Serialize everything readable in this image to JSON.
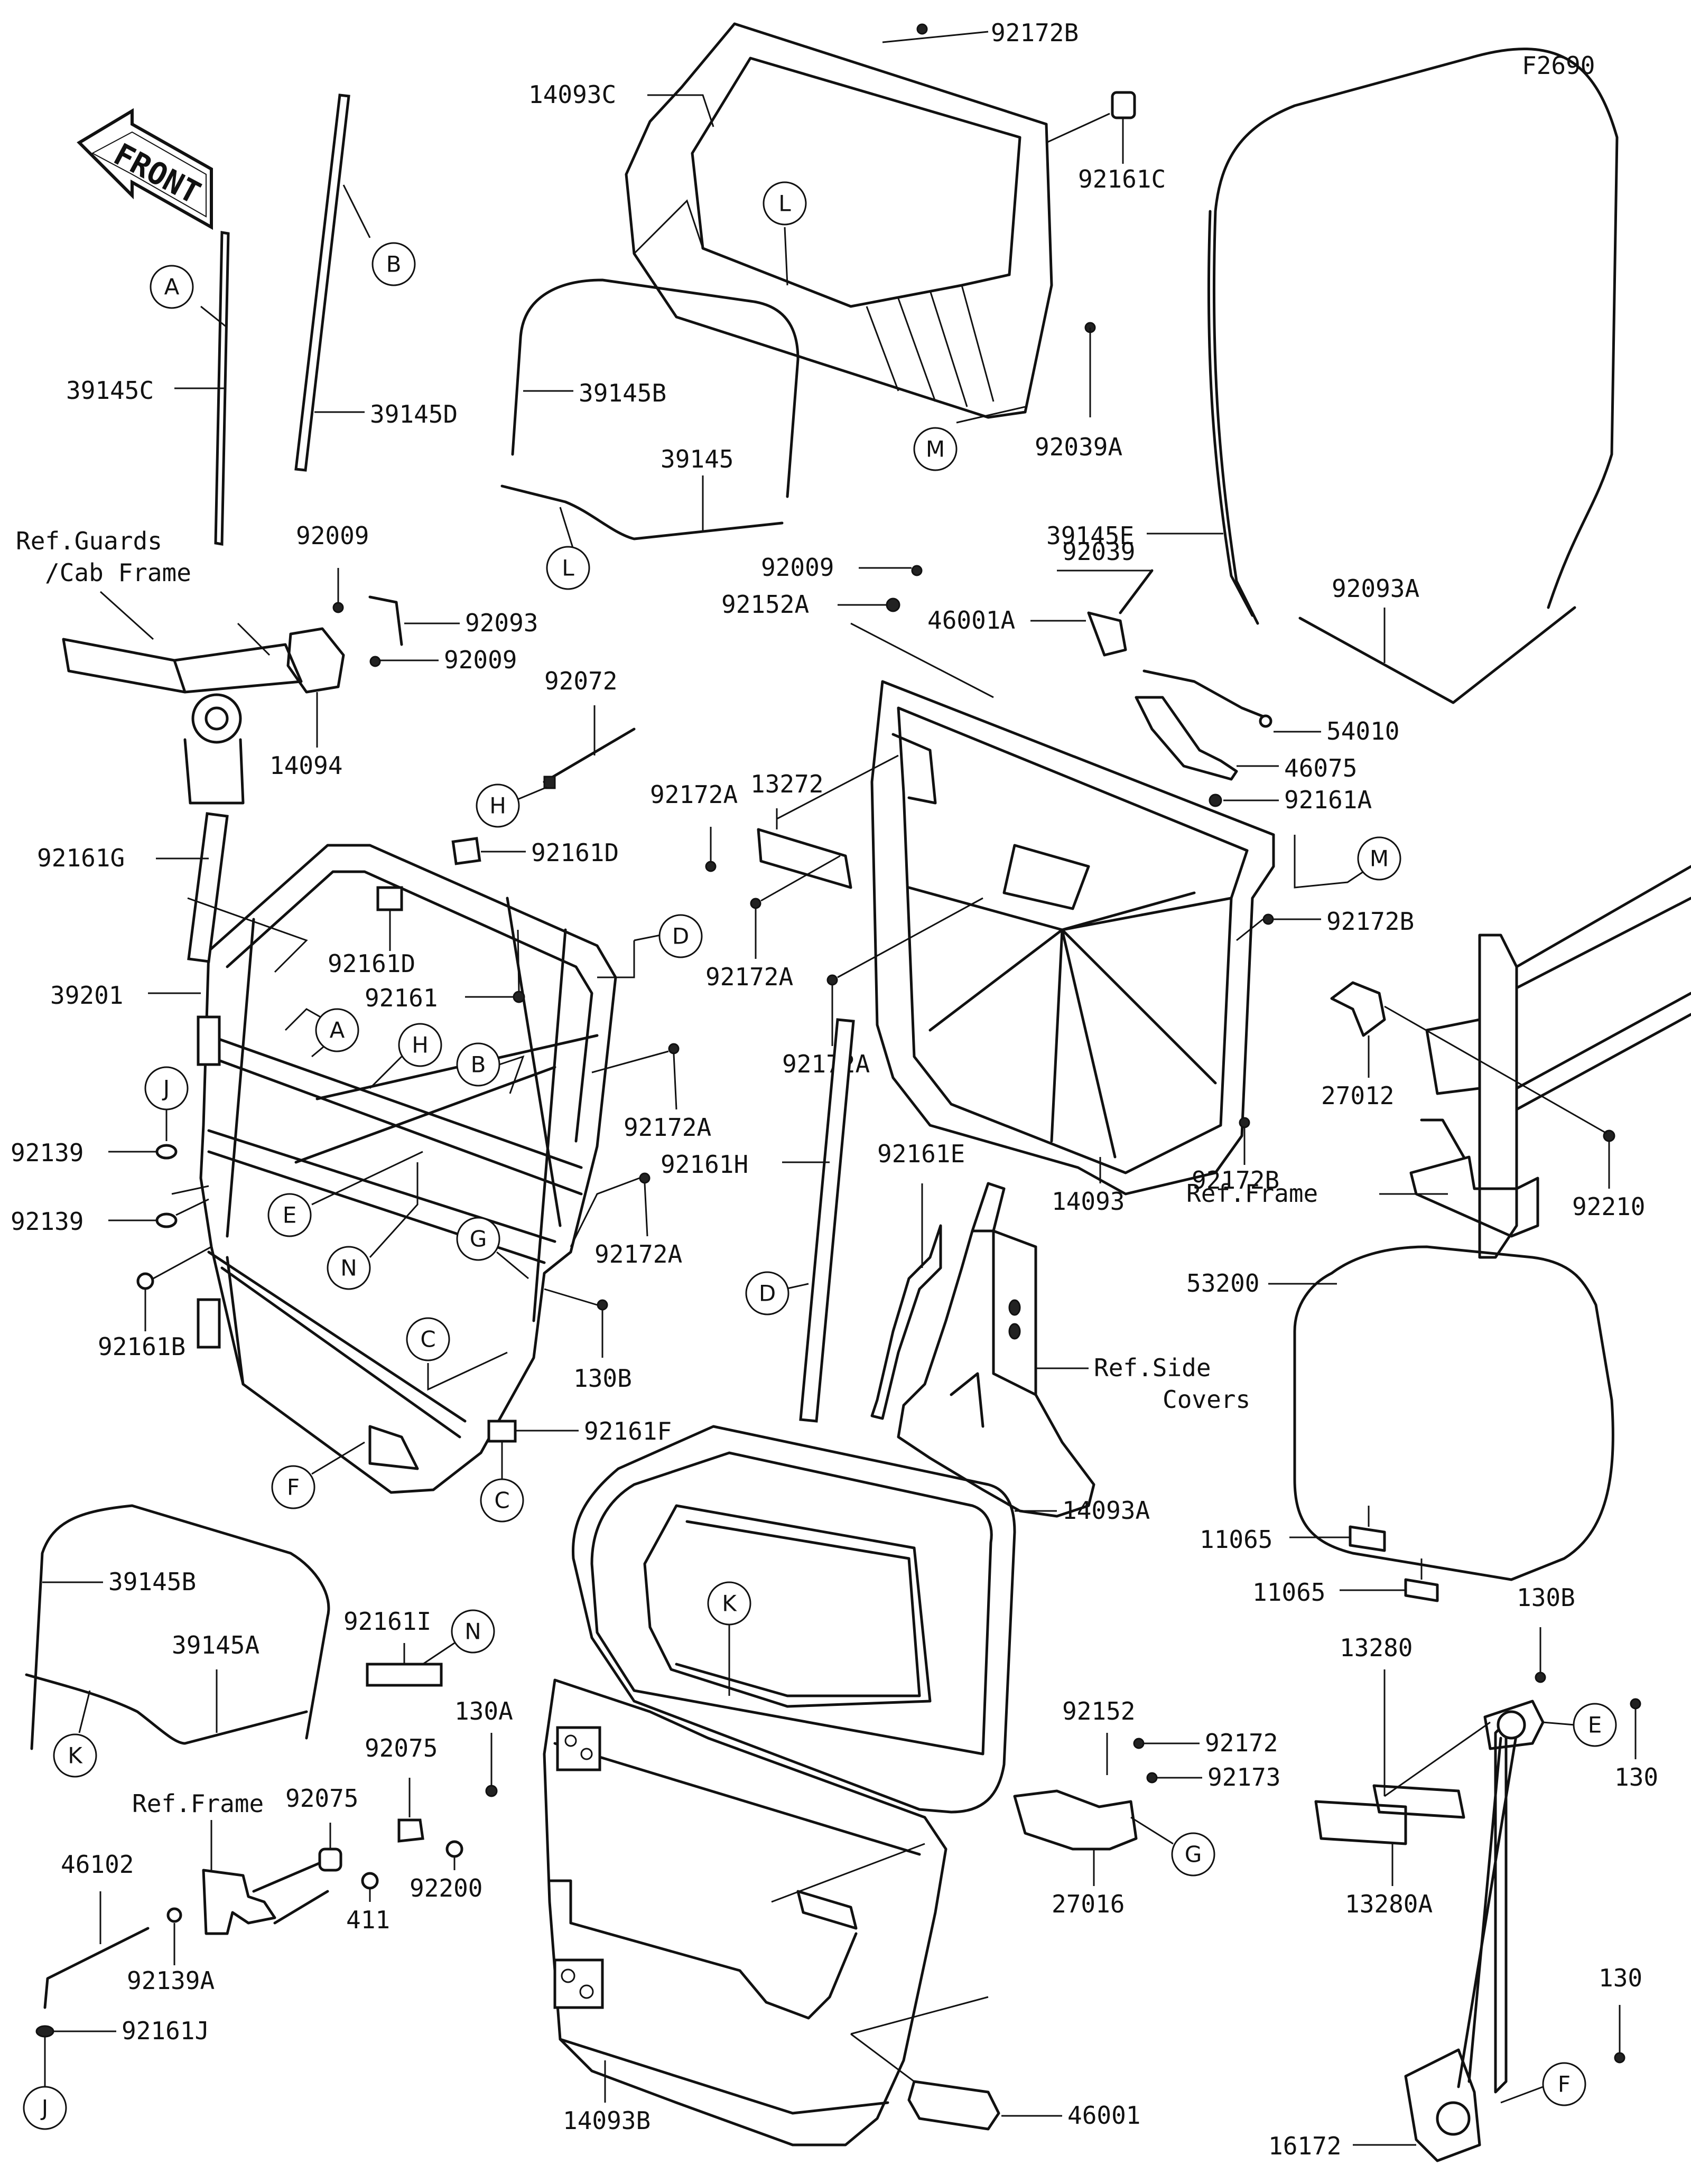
{
  "figure_code": "F2690",
  "front_label": "FRONT",
  "part_numbers": {
    "p92172B": "92172B",
    "p14093C": "14093C",
    "p92161C": "92161C",
    "p39145B_upper": "39145B",
    "p39145": "39145",
    "p92039A": "92039A",
    "p39145C": "39145C",
    "p39145D": "39145D",
    "p39145E": "39145E",
    "p92093A": "92093A",
    "p92009_a": "92009",
    "p92093": "92093",
    "p92009_b": "92009",
    "p14094": "14094",
    "p92072": "92072",
    "p92009_c": "92009",
    "p92152A": "92152A",
    "p92039": "92039",
    "p46001A": "46001A",
    "p54010": "54010",
    "p46075": "46075",
    "p92161A": "92161A",
    "p13272": "13272",
    "p92172A_a": "92172A",
    "p92172A_b": "92172A",
    "p92172A_c": "92172A",
    "p92172B_b": "92172B",
    "p92172B_c": "92172B",
    "p14093": "14093",
    "p27012": "27012",
    "p92210": "92210",
    "p92161G": "92161G",
    "p92161D_a": "92161D",
    "p92161D_b": "92161D",
    "p92161": "92161",
    "p39201": "39201",
    "p92172A_d": "92172A",
    "p92172A_e": "92172A",
    "p92139_a": "92139",
    "p92139_b": "92139",
    "p92161B": "92161B",
    "p130B_a": "130B",
    "p92161F": "92161F",
    "p92161H": "92161H",
    "p92161E": "92161E",
    "p53200": "53200",
    "p11065_a": "11065",
    "p11065_b": "11065",
    "p39145B_lower": "39145B",
    "p39145A": "39145A",
    "p92161I": "92161I",
    "p14093A": "14093A",
    "p130A": "130A",
    "p92075_a": "92075",
    "p92075_b": "92075",
    "p411": "411",
    "p92200": "92200",
    "p46102": "46102",
    "p92139A": "92139A",
    "p92161J": "92161J",
    "p92152": "92152",
    "p92172": "92172",
    "p92173": "92173",
    "p27016": "27016",
    "p130B_b": "130B",
    "p13280": "13280",
    "p13280A": "13280A",
    "p130_a": "130",
    "p130_b": "130",
    "p16172": "16172",
    "p14093B": "14093B",
    "p46001": "46001"
  },
  "references": {
    "guards_line1": "Ref.Guards",
    "guards_line2": "/Cab Frame",
    "frame_right": "Ref.Frame",
    "side_line1": "Ref.Side",
    "side_line2": "Covers",
    "frame_left": "Ref.Frame"
  },
  "callouts": {
    "A1": "A",
    "A2": "A",
    "B1": "B",
    "B2": "B",
    "C1": "C",
    "C2": "C",
    "D1": "D",
    "D2": "D",
    "E1": "E",
    "E2": "E",
    "F1": "F",
    "F2": "F",
    "G1": "G",
    "G2": "G",
    "H1": "H",
    "H2": "H",
    "J1": "J",
    "J2": "J",
    "K1": "K",
    "K2": "K",
    "L1": "L",
    "L2": "L",
    "M1": "M",
    "M2": "M",
    "N1": "N",
    "N2": "N"
  }
}
